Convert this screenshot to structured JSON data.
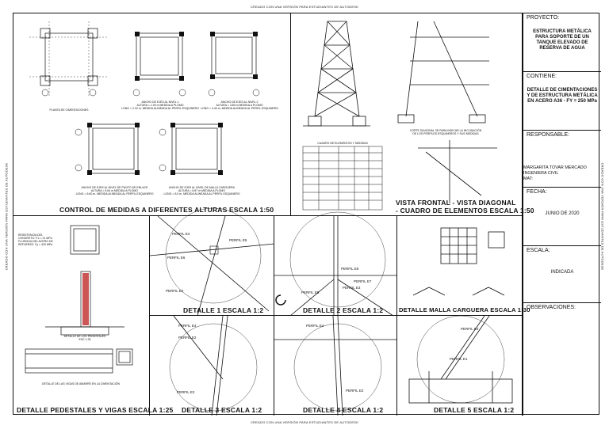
{
  "watermark": "CREADO CON UNA VERSIÓN PARA ESTUDIANTES DE AUTODESK",
  "panels": {
    "control": {
      "title": "CONTROL DE MEDIDAS A DIFERENTES ALTURAS ESCALA 1:50",
      "captions": [
        "PLANTA DE CIMENTACIONES",
        "ANCHO DE EJES AL NIVEL 1\nALTURA = 1.90 m MEDIDA A PLOMO\nLONG = 2.22 m. MEDIDA ALINEADA AL PERFIL ESQUINERO",
        "ANCHO DE EJES AL NIVEL 2\nALTURA = 3.80 m MEDIDA A PLOMO\nLONG = 4.40 m. MEDIDA ALINEADA AL PERFIL ESQUINERO",
        "ANCHO DE EJES AL NIVEL DE PUNTO DE ENLACE\nALTURA = 5.64 m MEDIDA A PLOMO\nLONG = 5.60 m. MEDIDA ALINEADA AL PERFIL ESQUINERO",
        "ANCHO DE EJES AL NIVEL DE MALLA CARGUERA\nALTURA = 6.87 m MEDIDA A PLOMO\nLONG = 8.0 m. MEDIDA ALINEADA AL PERFIL ESQUINERO"
      ]
    },
    "vista": {
      "title_line1": "VISTA FRONTAL - VISTA DIAGONAL",
      "title_line2": "- CUADRO DE ELEMENTOS ESCALA 1:50",
      "caption": "CORTE DIAGONAL 3D PARA INDICAR LA INCLINACIÓN\nDE LOS PERFILES ESQUINEROS Y SUS MEDIDAS",
      "table_caption": "CUADRO DE ELEMENTOS Y MEDIDAS"
    },
    "pedestales": {
      "title": "DETALLE PEDESTALES Y VIGAS ESCALA 1:25",
      "notes": "RESISTENCIA DEL\nCONCRETO: F'c = 21 MPa\nFLUENCIA DEL ACERO DE\nREFUERZO: Fy = 420 MPa",
      "cap1": "DETALLE DE LOS PEDESTALES\nESC 1:25",
      "cap2": "DETALLE DE LAS VIGAS DE AMARRE EN LA CIMENTACIÓN"
    },
    "d1": {
      "title": "DETALLE 1 ESCALA 1:2",
      "labels": [
        "PERFIL E4",
        "PERFIL E5",
        "PERFIL E6",
        "PERFIL E2"
      ]
    },
    "d2": {
      "title": "DETALLE 2 ESCALA 1:2",
      "labels": [
        "PERFIL E6",
        "PERFIL E5",
        "PERFIL E3",
        "PERFIL E7"
      ]
    },
    "malla": {
      "title": "DETALLE MALLA CARGUERA ESCALA 1:30"
    },
    "d3": {
      "title": "DETALLE 3 ESCALA 1:2",
      "labels": [
        "PERFIL E4",
        "PERFIL E2",
        "PERFIL E2"
      ]
    },
    "d4": {
      "title": "DETALLE 4 ESCALA 1:2",
      "labels": [
        "PERFIL E4",
        "PERFIL E2"
      ]
    },
    "d5": {
      "title": "DETALLE 5 ESCALA 1:2",
      "labels": [
        "PERFIL E4",
        "PERFIL E1"
      ]
    }
  },
  "titleblock": {
    "proyecto_label": "PROYECTO:",
    "proyecto_value": "ESTRUCTURA METÁLICA PARA SOPORTE DE UN TANQUE ELEVADO DE RESERVA DE AGUA",
    "contiene_label": "CONTIENE:",
    "contiene_value": "DETALLE DE CIMENTACIONES Y DE ESTRUCTURA METÁLICA EN ACERO A36 - FY = 250 MPa",
    "responsable_label": "RESPONSABLE:",
    "responsable_name": "MARGARITA TOVAR MERCADO",
    "responsable_role": "INGENIERA CIVIL",
    "responsable_mat": "MAT:",
    "fecha_label": "FECHA:",
    "fecha_value": "JUNIO DE 2020",
    "escala_label": "ESCALA:",
    "escala_value": "INDICADA",
    "observaciones_label": "OBSERVACIONES:"
  }
}
